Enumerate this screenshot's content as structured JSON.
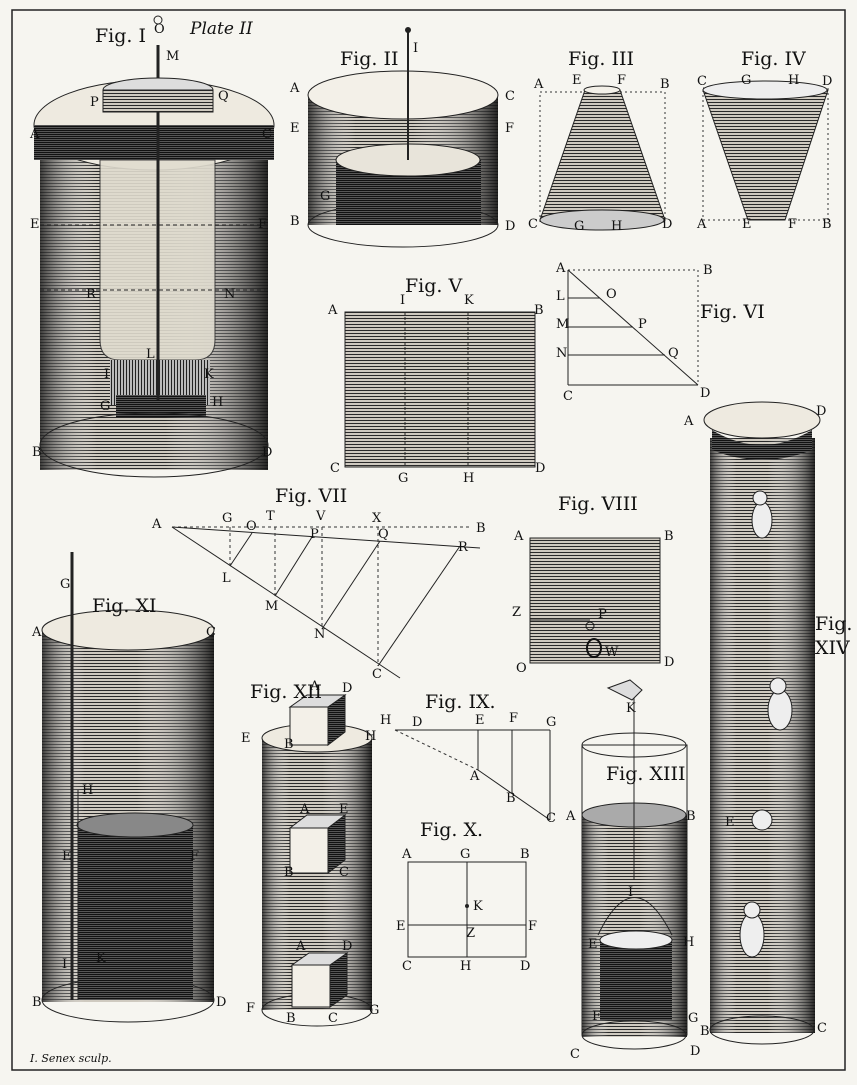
{
  "plate": {
    "title": "Plate II",
    "engraver": "I. Senex sculp."
  },
  "figures": [
    {
      "id": "f1",
      "title": "Fig. I",
      "labels": [
        "O",
        "M",
        "P",
        "Q",
        "A",
        "C",
        "E",
        "F",
        "R",
        "N",
        "L",
        "I",
        "K",
        "G",
        "H",
        "B",
        "D"
      ]
    },
    {
      "id": "f2",
      "title": "Fig. II",
      "labels": [
        "I",
        "A",
        "C",
        "E",
        "F",
        "G",
        "B",
        "D"
      ]
    },
    {
      "id": "f3",
      "title": "Fig. III",
      "labels": [
        "A",
        "E",
        "F",
        "B",
        "C",
        "G",
        "H",
        "D"
      ]
    },
    {
      "id": "f4",
      "title": "Fig. IV",
      "labels": [
        "C",
        "G",
        "H",
        "D",
        "A",
        "E",
        "F",
        "B"
      ]
    },
    {
      "id": "f5",
      "title": "Fig. V",
      "labels": [
        "A",
        "I",
        "K",
        "B",
        "C",
        "G",
        "H",
        "D"
      ]
    },
    {
      "id": "f6",
      "title": "Fig. VI",
      "labels": [
        "A",
        "B",
        "L",
        "O",
        "M",
        "P",
        "N",
        "Q",
        "C",
        "D"
      ]
    },
    {
      "id": "f7",
      "title": "Fig. VII",
      "labels": [
        "A",
        "G",
        "O",
        "T",
        "P",
        "V",
        "X",
        "Q",
        "B",
        "R",
        "L",
        "M",
        "N",
        "C"
      ]
    },
    {
      "id": "f8",
      "title": "Fig. VIII",
      "labels": [
        "A",
        "B",
        "Z",
        "P",
        "O",
        "W",
        "D"
      ]
    },
    {
      "id": "f9",
      "title": "Fig. IX.",
      "labels": [
        "H",
        "D",
        "E",
        "F",
        "G",
        "A",
        "B",
        "C"
      ]
    },
    {
      "id": "f10",
      "title": "Fig. X.",
      "labels": [
        "A",
        "G",
        "B",
        "K",
        "E",
        "F",
        "Z",
        "C",
        "H",
        "D"
      ]
    },
    {
      "id": "f11",
      "title": "Fig. XI",
      "labels": [
        "G",
        "A",
        "C",
        "H",
        "E",
        "F",
        "I",
        "K",
        "B",
        "D"
      ]
    },
    {
      "id": "f12",
      "title": "Fig. XII",
      "labels": [
        "A",
        "D",
        "E",
        "B",
        "H",
        "A",
        "E",
        "B",
        "C",
        "A",
        "D",
        "F",
        "B",
        "C",
        "G"
      ]
    },
    {
      "id": "f13",
      "title": "Fig. XIII",
      "labels": [
        "K",
        "A",
        "B",
        "I",
        "E",
        "H",
        "F",
        "G",
        "C",
        "D"
      ]
    },
    {
      "id": "f14",
      "title": "Fig. XIV",
      "labels": [
        "A",
        "D",
        "E",
        "B",
        "C"
      ]
    }
  ]
}
